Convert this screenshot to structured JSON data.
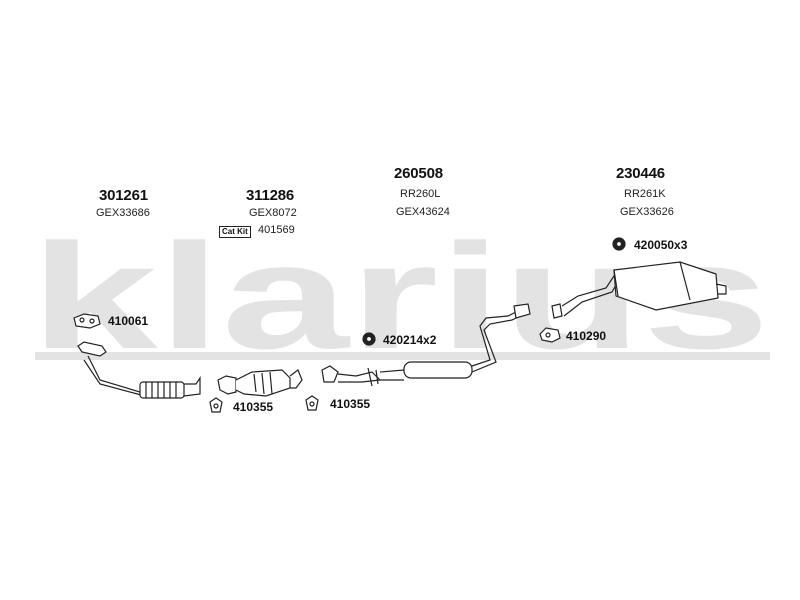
{
  "brand": {
    "watermark": "klarius",
    "watermark_color": "#e3e3e3"
  },
  "components": [
    {
      "part_number": "301261",
      "ref": "GEX33686"
    },
    {
      "part_number": "311286",
      "ref": "GEX8072",
      "cat_kit_label": "Cat Kit",
      "cat_kit_number": "401569"
    },
    {
      "part_number": "260508",
      "alt_ref": "RR260L",
      "ref": "GEX43624"
    },
    {
      "part_number": "230446",
      "alt_ref": "RR261K",
      "ref": "GEX33626"
    }
  ],
  "fittings": [
    {
      "code": "410061",
      "icon": "gasket-icon"
    },
    {
      "code": "410355",
      "icon": "gasket-icon"
    },
    {
      "code": "410355",
      "icon": "gasket-icon"
    },
    {
      "code": "420214x2",
      "icon": "rubber-mount-icon"
    },
    {
      "code": "410290",
      "icon": "gasket-icon"
    },
    {
      "code": "420050x3",
      "icon": "rubber-mount-icon"
    }
  ],
  "colors": {
    "line": "#222222",
    "fill": "#ffffff",
    "watermark": "#e3e3e3"
  }
}
